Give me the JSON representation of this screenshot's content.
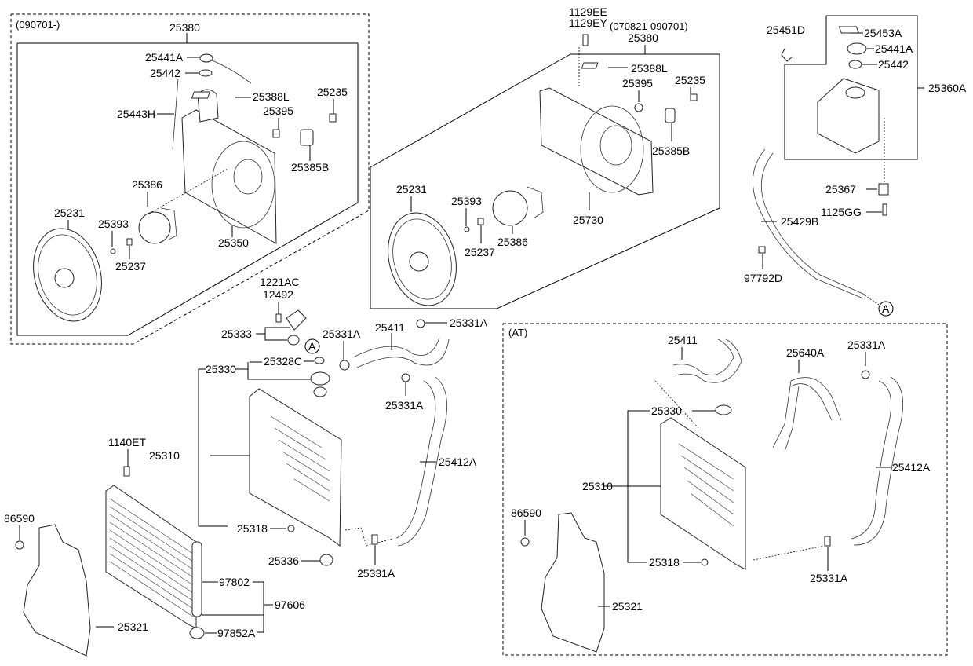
{
  "title": "Radiator & Cooling Fan Parts Diagram",
  "groups": {
    "fan_090701": {
      "note": "(090701-)",
      "assembly": "25380"
    },
    "fan_070821": {
      "note": "(070821-090701)",
      "assembly": "25380"
    },
    "reservoir": {
      "assembly": "25360A"
    },
    "at": {
      "note": "(AT)"
    }
  },
  "labels": {
    "g1_25380": "25380",
    "g1_25441A": "25441A",
    "g1_25442": "25442",
    "g1_25443H": "25443H",
    "g1_25388L": "25388L",
    "g1_25395": "25395",
    "g1_25235": "25235",
    "g1_25385B": "25385B",
    "g1_25386": "25386",
    "g1_25231": "25231",
    "g1_25393": "25393",
    "g1_25237": "25237",
    "g1_25350": "25350",
    "g2_1129EE": "1129EE",
    "g2_1129EY": "1129EY",
    "g2_25380": "25380",
    "g2_25388L": "25388L",
    "g2_25395": "25395",
    "g2_25235": "25235",
    "g2_25385B": "25385B",
    "g2_25231": "25231",
    "g2_25393": "25393",
    "g2_25237": "25237",
    "g2_25386": "25386",
    "g2_25730": "25730",
    "g3_25451D": "25451D",
    "g3_25453A": "25453A",
    "g3_25441A": "25441A",
    "g3_25442": "25442",
    "g3_25360A": "25360A",
    "g3_25367": "25367",
    "g3_1125GG": "1125GG",
    "g3_25429B": "25429B",
    "g3_97792D": "97792D",
    "g3_refA": "A",
    "m_1221AC": "1221AC",
    "m_12492": "12492",
    "m_25333": "25333",
    "m_25331A_1": "25331A",
    "m_refA": "A",
    "m_25328C": "25328C",
    "m_25330": "25330",
    "m_25411": "25411",
    "m_25331A_2": "25331A",
    "m_25331A_3": "25331A",
    "m_25412A": "25412A",
    "m_25310": "25310",
    "m_25318": "25318",
    "m_25336": "25336",
    "m_25331A_4": "25331A",
    "m_1140ET": "1140ET",
    "m_86590": "86590",
    "m_97802": "97802",
    "m_97606": "97606",
    "m_97852A": "97852A",
    "m_25321": "25321",
    "at_25411": "25411",
    "at_25640A": "25640A",
    "at_25331A_1": "25331A",
    "at_25330": "25330",
    "at_25412A": "25412A",
    "at_25310": "25310",
    "at_86590": "86590",
    "at_25318": "25318",
    "at_25331A_2": "25331A",
    "at_25321": "25321"
  }
}
